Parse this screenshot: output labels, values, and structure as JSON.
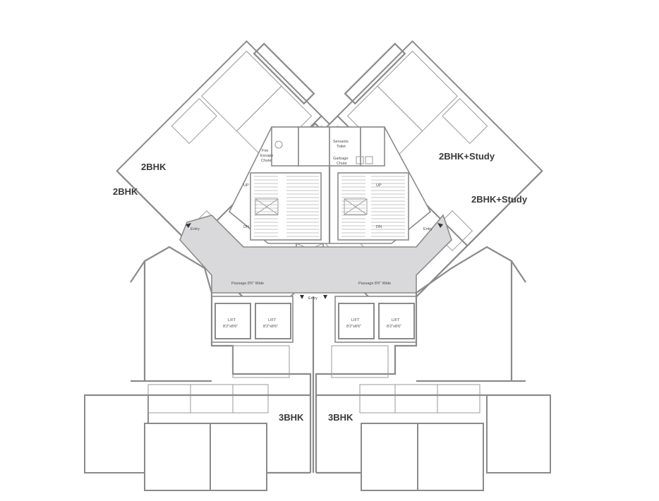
{
  "units": {
    "upper_left": "2BHK",
    "left": "2BHK",
    "upper_right": "2BHK+Study",
    "right": "2BHK+Study",
    "bottom_left": "3BHK",
    "bottom_right": "3BHK"
  },
  "core": {
    "fire_escape": [
      "Fire",
      "Escape",
      "Chute"
    ],
    "servants_toilet": [
      "Servants",
      "Toilet"
    ],
    "garbage_chute": [
      "Garbage",
      "Chute"
    ],
    "up": "UP",
    "dn": "DN",
    "entry": "Entry",
    "passage": "Passage 8'6\" Wide"
  },
  "lifts": [
    {
      "label": "LIFT",
      "size": "8'2\"x8'6\""
    },
    {
      "label": "LIFT",
      "size": "8'2\"x8'6\""
    },
    {
      "label": "LIFT",
      "size": "8'2\"x8'6\""
    },
    {
      "label": "LIFT",
      "size": "8'2\"x8'6\""
    }
  ],
  "colors": {
    "wall": "#8a8a8a",
    "passage": "#d9d9dc",
    "background": "#ffffff"
  }
}
